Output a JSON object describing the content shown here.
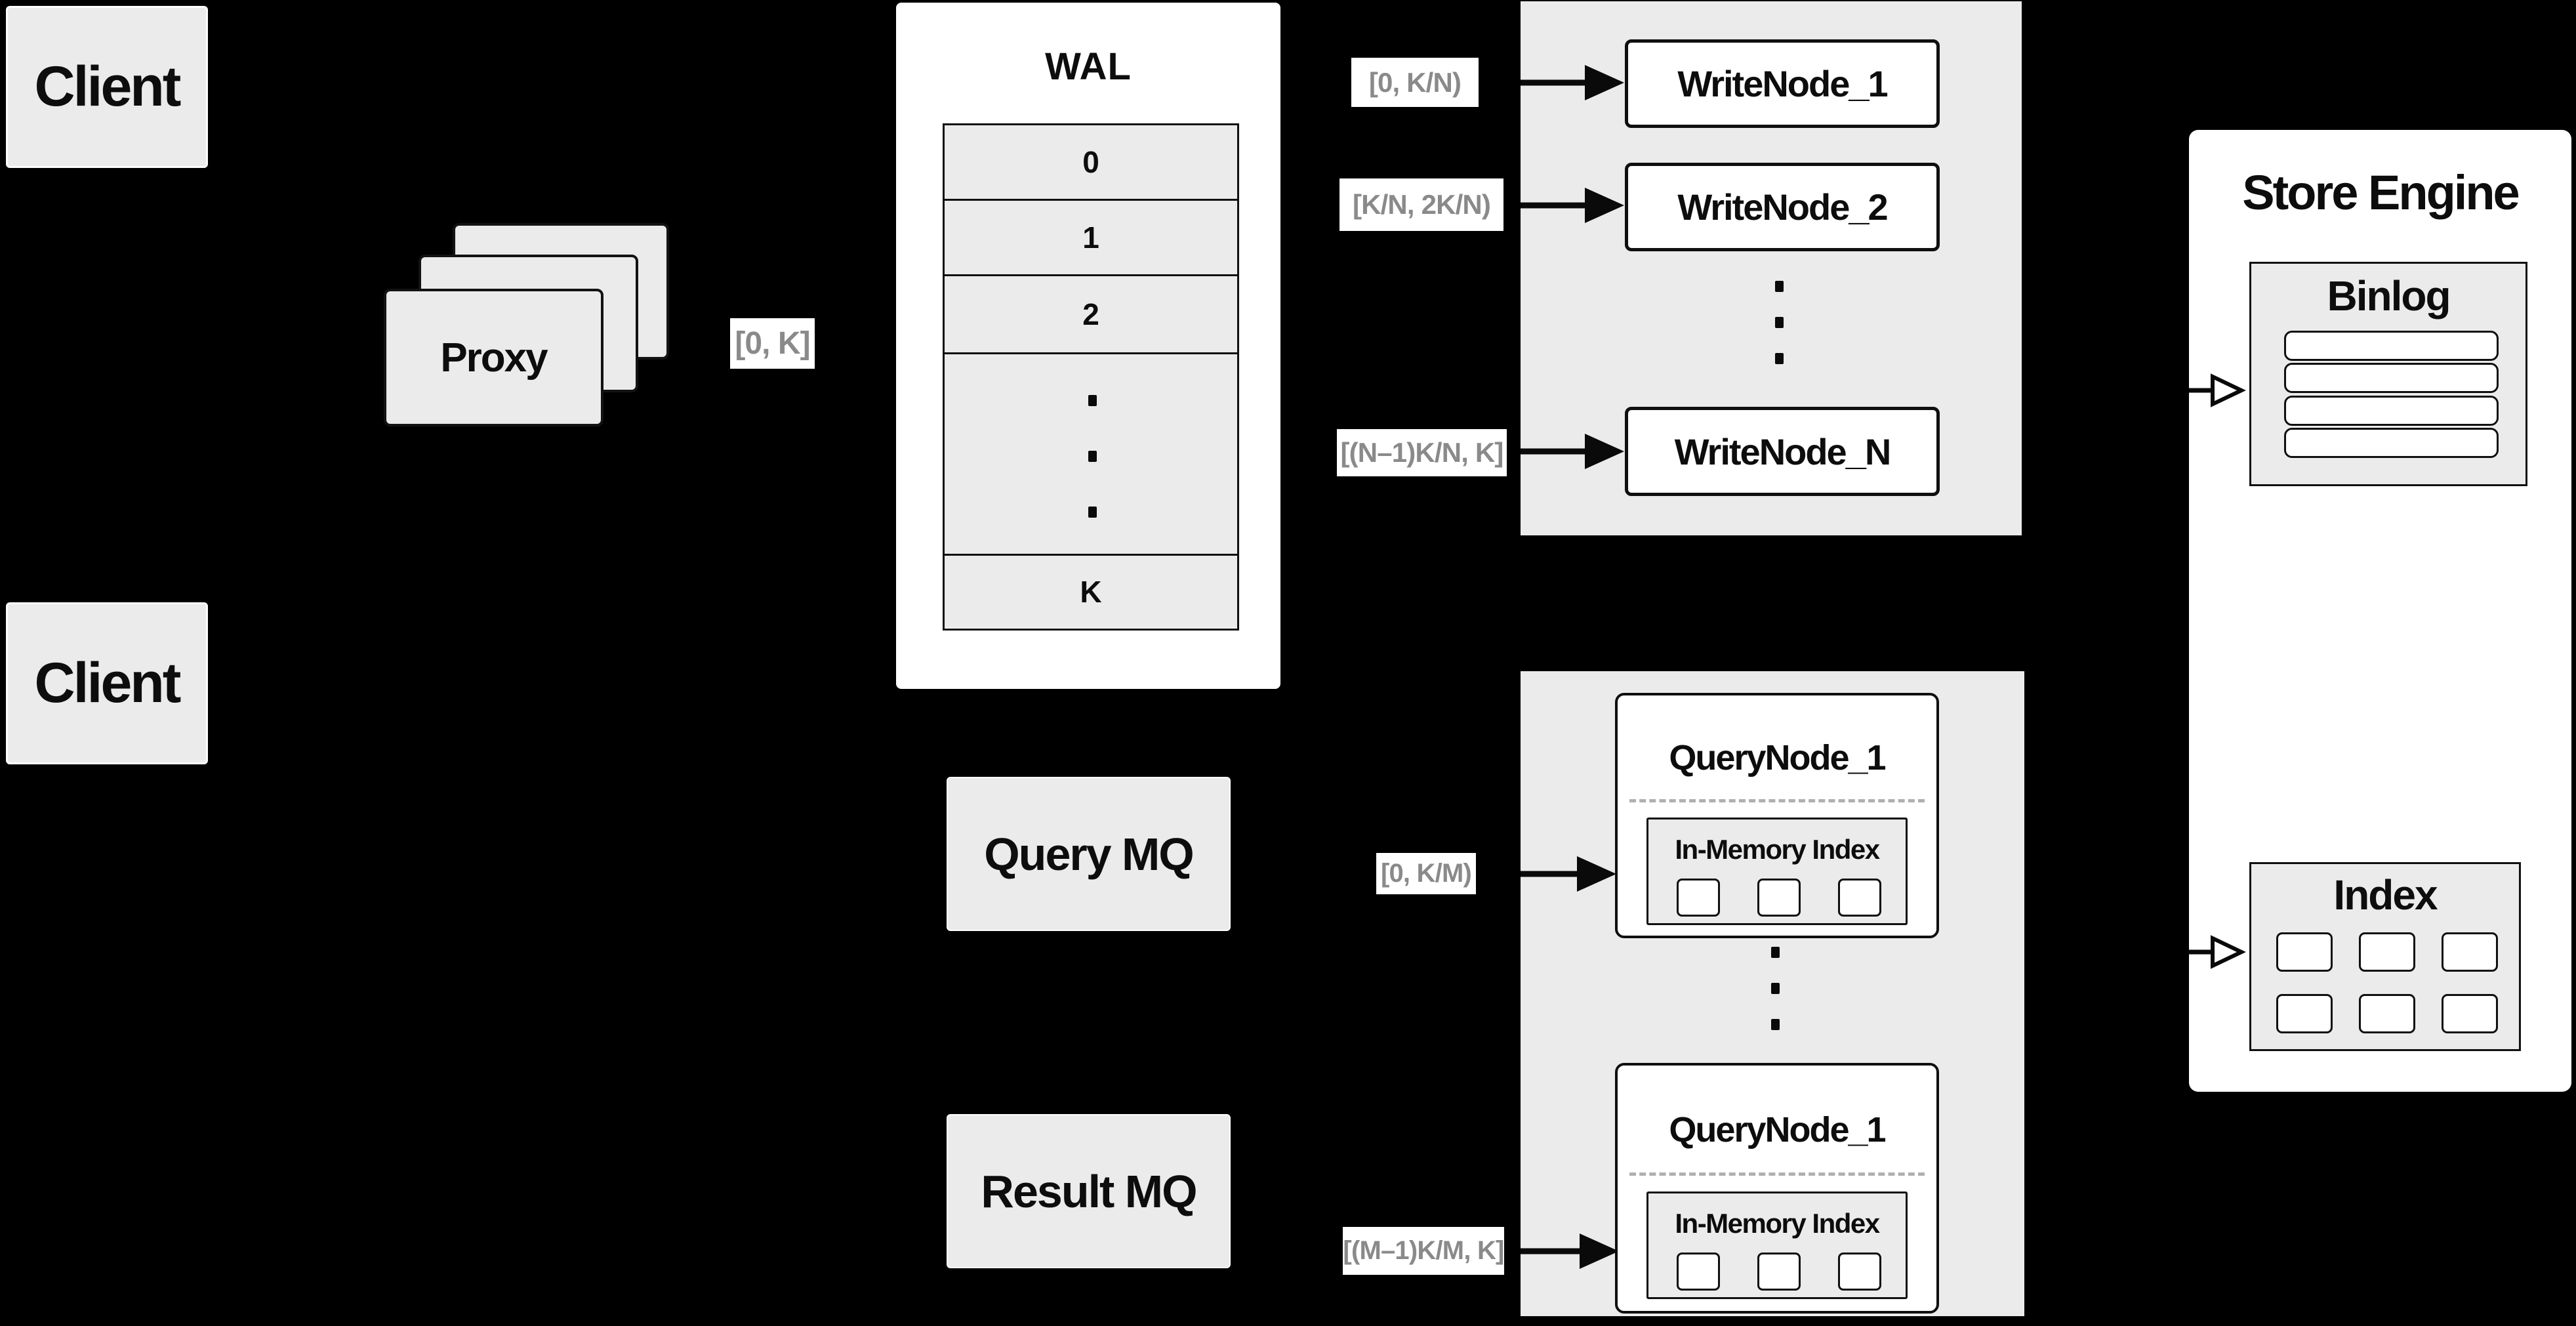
{
  "colors": {
    "background": "#000000",
    "panel_gray": "#ebebeb",
    "surface_white": "#ffffff",
    "border_black": "#101010",
    "muted_label_text": "#8a8a8a",
    "dashed_divider": "#b0b0b0"
  },
  "clients": {
    "top_label": "Client",
    "bottom_label": "Client"
  },
  "proxy": {
    "label": "Proxy",
    "range_label": "[0, K]"
  },
  "wal": {
    "title": "WAL",
    "slots": [
      "0",
      "1",
      "2",
      "K"
    ]
  },
  "write_cluster": {
    "ranges": [
      "[0, K/N)",
      "[K/N, 2K/N)",
      "[(N–1)K/N, K]"
    ],
    "nodes": [
      "WriteNode_1",
      "WriteNode_2",
      "WriteNode_N"
    ]
  },
  "mq": {
    "query_label": "Query MQ",
    "result_label": "Result MQ"
  },
  "query_cluster": {
    "ranges": [
      "[0, K/M)",
      "[(M–1)K/M, K]"
    ],
    "nodes": [
      {
        "title": "QueryNode_1",
        "memory_label": "In-Memory Index"
      },
      {
        "title": "QueryNode_1",
        "memory_label": "In-Memory Index"
      }
    ]
  },
  "store_engine": {
    "title": "Store Engine",
    "binlog_title": "Binlog",
    "index_title": "Index"
  }
}
